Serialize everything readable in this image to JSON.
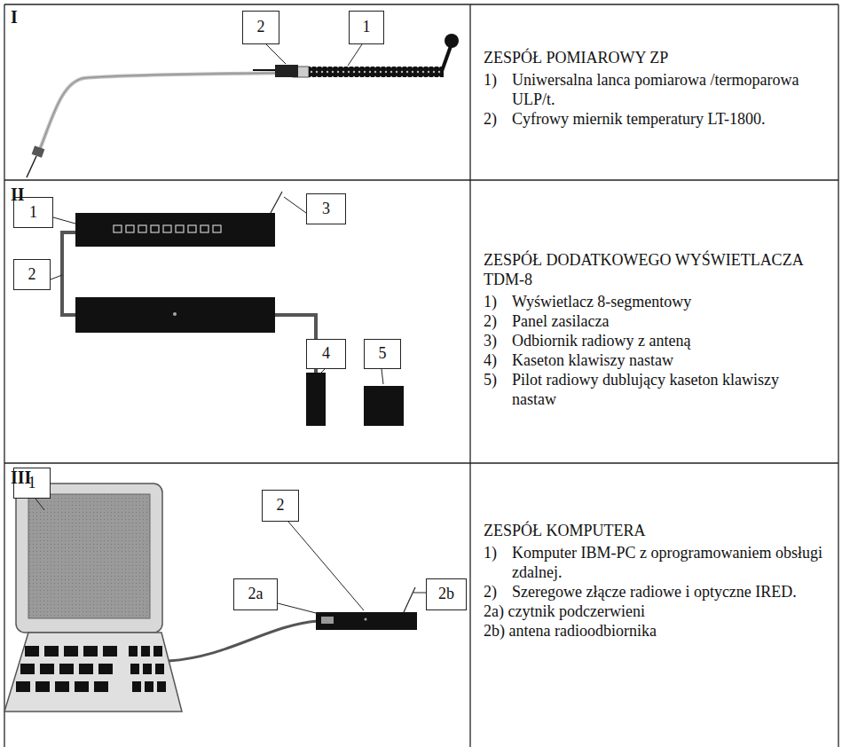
{
  "diagram": {
    "nodes": [
      {
        "text": [
          "2"
        ]
      },
      {
        "text": [
          "1"
        ]
      },
      {
        "text": [
          "1"
        ]
      },
      {
        "text": [
          "3"
        ]
      },
      {
        "text": [
          "2"
        ]
      },
      {
        "text": [
          "4"
        ]
      },
      {
        "text": [
          "5"
        ]
      },
      {
        "text": [
          "1"
        ]
      },
      {
        "text": [
          "2"
        ]
      },
      {
        "text": [
          "2a"
        ]
      },
      {
        "text": [
          "2b"
        ]
      }
    ],
    "labels": [
      "I",
      "ZESPÓŁ POMIAROWY ZP",
      "1)",
      "Uniwersalna lanca pomiarowa /termoparowa ULP/t.",
      "2)",
      "Cyfrowy miernik temperatury LT-1800.",
      "II",
      "ZESPÓŁ DODATKOWEGO WYŚWIETLACZA TDM-8",
      "1)",
      "Wyświetlacz 8-segmentowy",
      "2)",
      "Panel zasilacza",
      "3)",
      "Odbiornik radiowy z anteną",
      "4)",
      "Kaseton klawiszy nastaw",
      "5)",
      "Pilot radiowy dublujący kaseton klawiszy nastaw",
      "III",
      "ZESPÓŁ KOMPUTERA",
      "1)",
      "Komputer IBM-PC z oprogramowaniem obsługi zdalnej.",
      "2)",
      "Szeregowe złącze radiowe i optyczne IRED.",
      "2a) czytnik podczerwieni",
      "2b) antena radioodbiornika"
    ]
  }
}
